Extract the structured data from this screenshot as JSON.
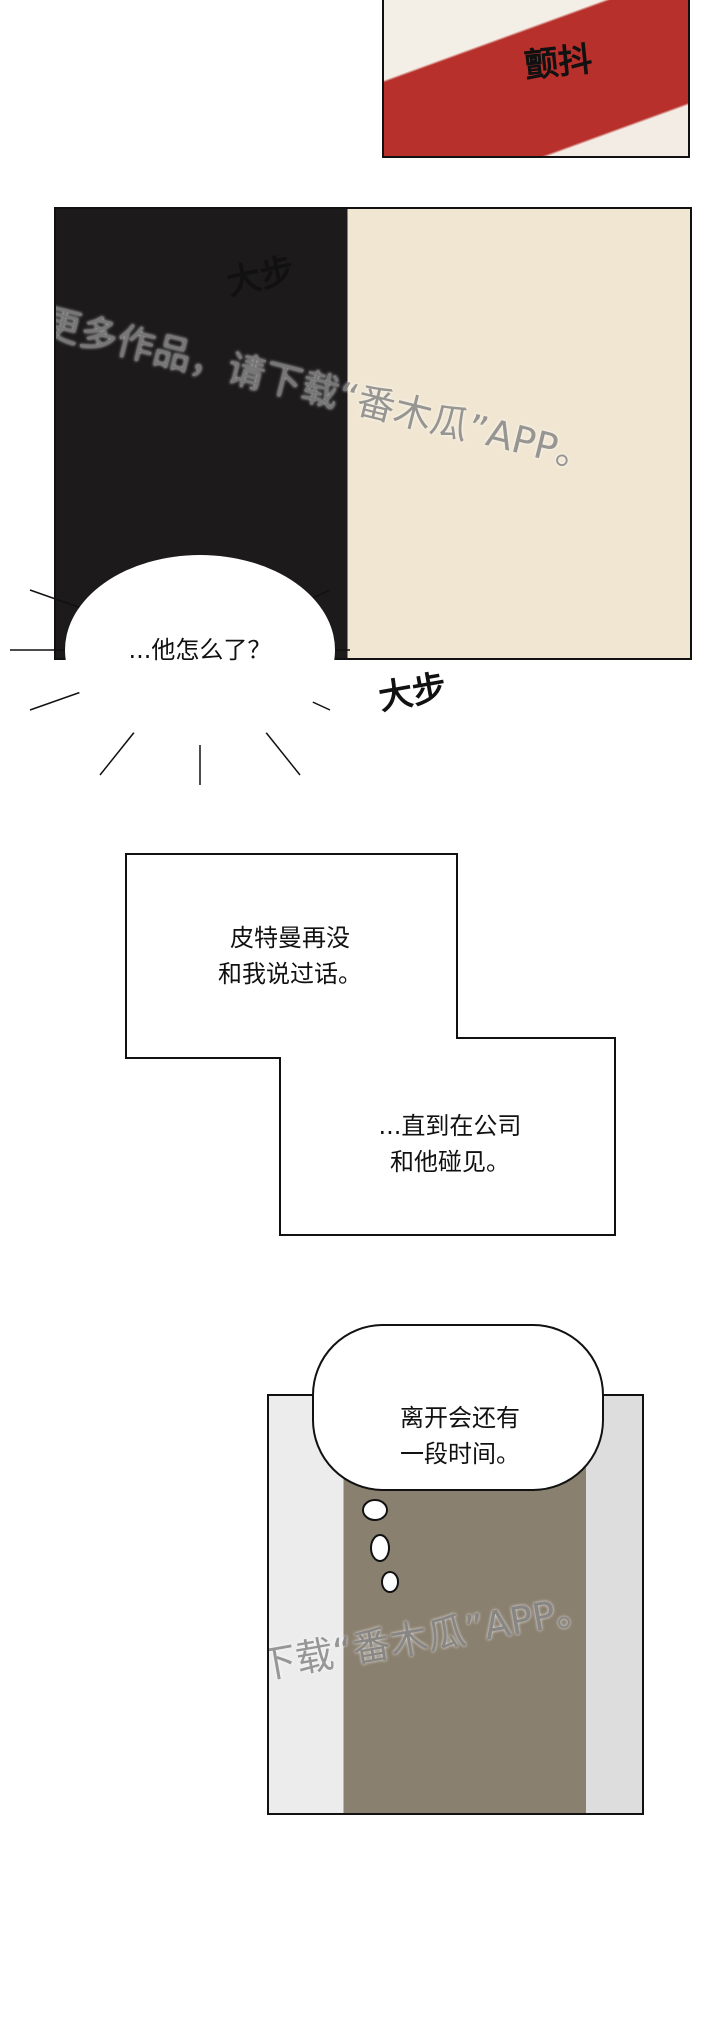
{
  "panel1": {
    "sfx": "颤抖"
  },
  "panel2": {
    "sfx_top": "大步",
    "sfx_bottom": "大步",
    "bubble": "...他怎么了？",
    "watermark": "更多作品，请下载“番木瓜”APP。"
  },
  "narration": {
    "box1": [
      "皮特曼再没",
      "和我说过话。"
    ],
    "box2": [
      "...直到在公司",
      "和他碰见。"
    ]
  },
  "panel4": {
    "thought": [
      "离开会还有",
      "一段时间。"
    ],
    "watermark": "更多作品，请下载“番木瓜”APP。"
  }
}
